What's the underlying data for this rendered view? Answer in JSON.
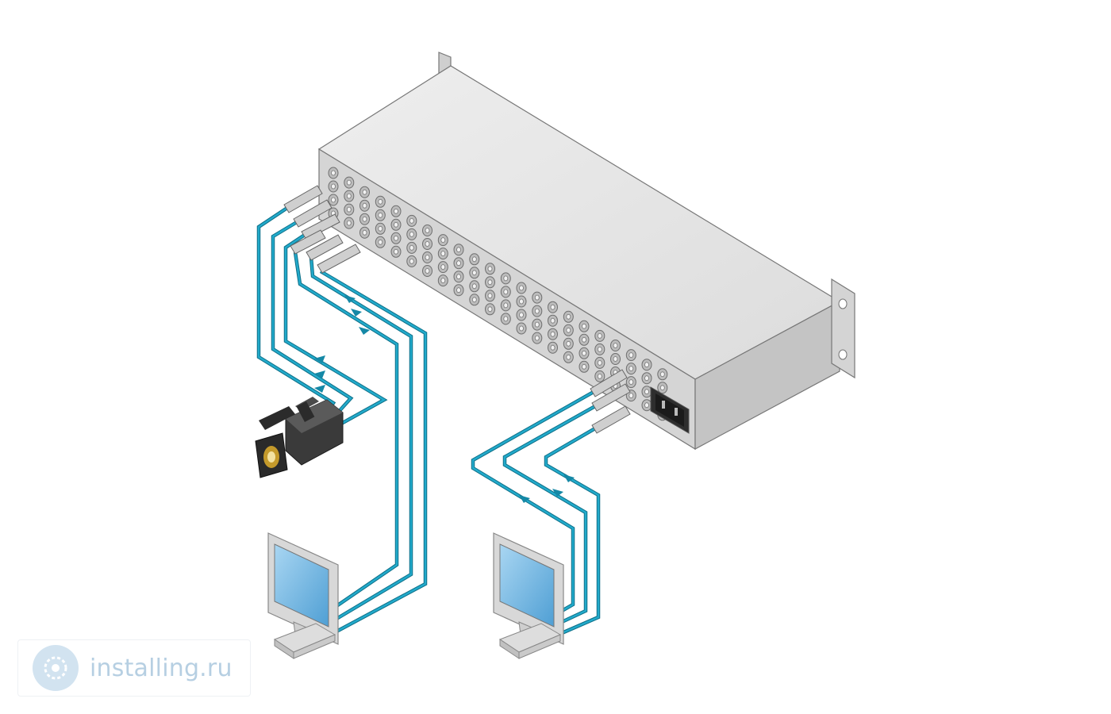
{
  "diagram": {
    "colors": {
      "cable": "#1aa0c0",
      "cable_outline": "#0e6f87",
      "chassis_top": "#e4e4e4",
      "chassis_front": "#d6d6d6",
      "chassis_side": "#c6c6c6",
      "outline": "#777777",
      "monitor_screen": "#7ab8e0",
      "camera_body": "#3a3a3a"
    },
    "devices": [
      {
        "id": "matrix-switcher",
        "icon": "rack-switcher-icon"
      },
      {
        "id": "video-camera",
        "icon": "video-camera-icon"
      },
      {
        "id": "monitor-1",
        "icon": "monitor-icon"
      },
      {
        "id": "monitor-2",
        "icon": "monitor-icon"
      }
    ]
  },
  "watermark": {
    "text": "installing.ru",
    "icon": "installing-logo-icon",
    "color": "#b6cfe2"
  }
}
